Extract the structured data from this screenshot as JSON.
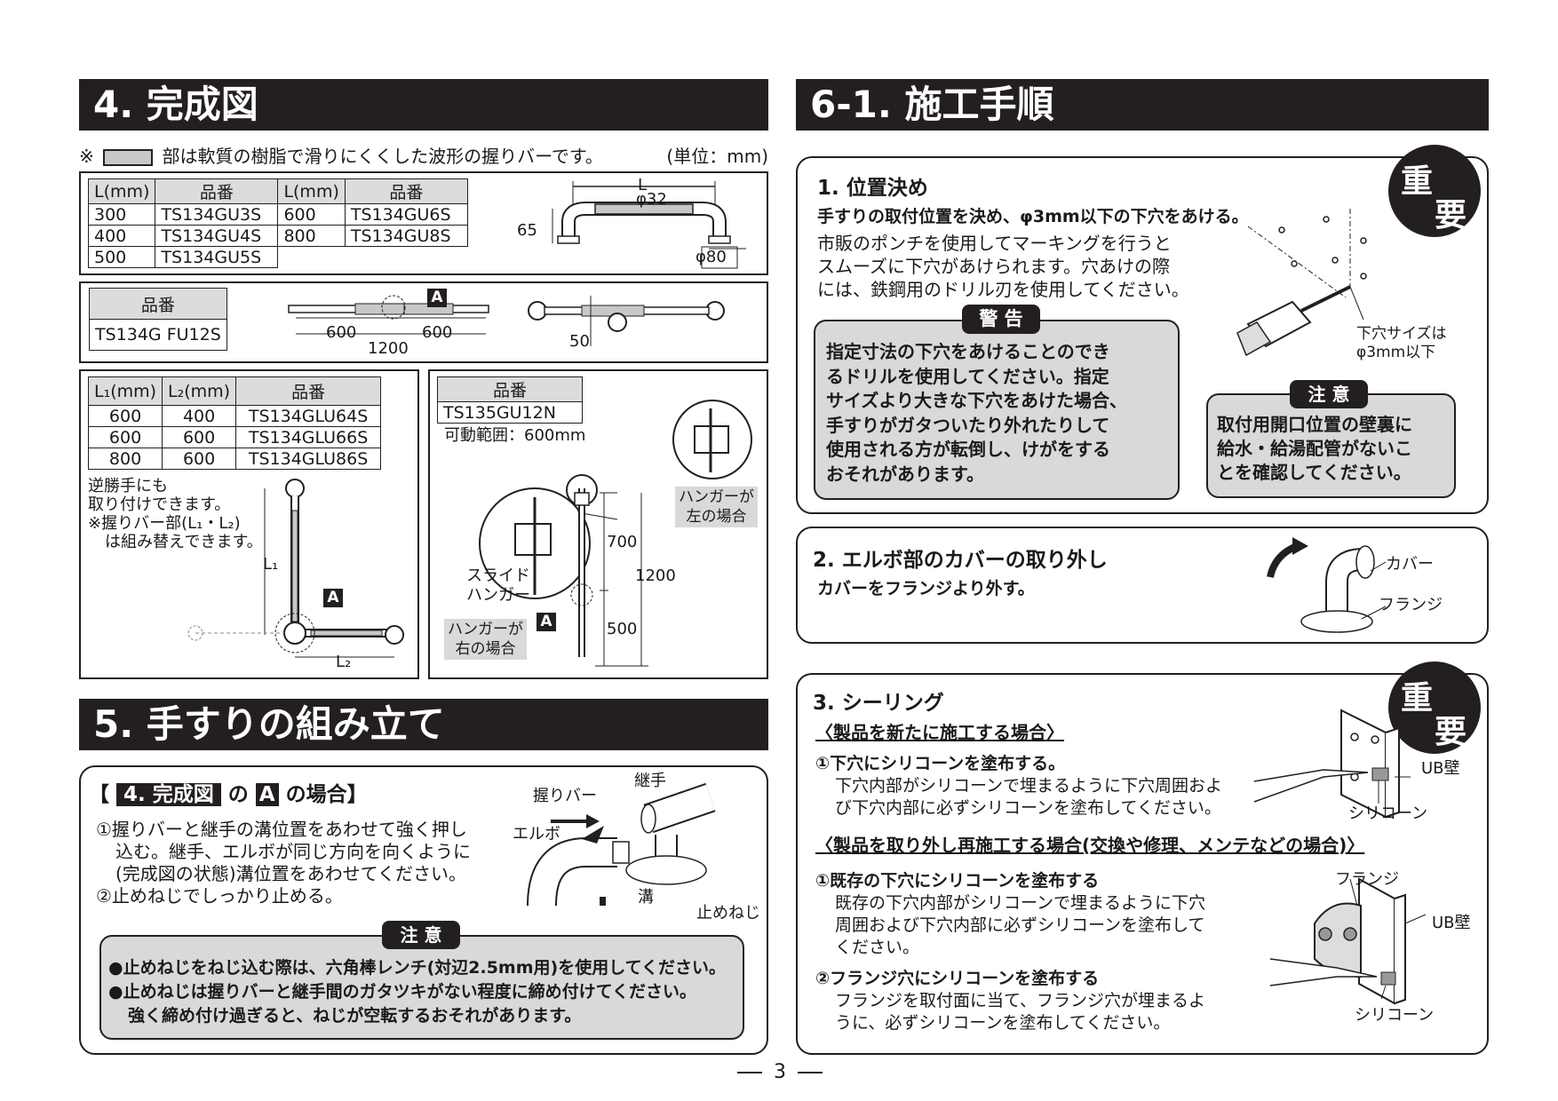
{
  "sec4": {
    "title": "4. 完成図",
    "note": "部は軟質の樹脂で滑りにくくした波形の握りバーです。",
    "note_mark": "※",
    "unit": "(単位：mm)",
    "table1": {
      "headers": [
        "L(mm)",
        "品番",
        "L(mm)",
        "品番"
      ],
      "rows": [
        [
          "300",
          "TS134GU3S",
          "600",
          "TS134GU6S"
        ],
        [
          "400",
          "TS134GU4S",
          "800",
          "TS134GU8S"
        ],
        [
          "500",
          "TS134GU5S",
          "",
          ""
        ]
      ]
    },
    "fig1": {
      "L": "L",
      "phi32": "φ32",
      "h65": "65",
      "phi80": "φ80"
    },
    "table2": {
      "header": "品番",
      "value": "TS134G FU12S"
    },
    "fig2": {
      "d600a": "600",
      "d600b": "600",
      "d1200": "1200",
      "d50": "50",
      "tagA": "A"
    },
    "table3": {
      "headers": [
        "L₁(mm)",
        "L₂(mm)",
        "品番"
      ],
      "rows": [
        [
          "600",
          "400",
          "TS134GLU64S"
        ],
        [
          "600",
          "600",
          "TS134GLU66S"
        ],
        [
          "800",
          "600",
          "TS134GLU86S"
        ]
      ]
    },
    "fig3_notes": [
      "逆勝手にも",
      "取り付けできます。",
      "※握りバー部(L₁・L₂)",
      "は組み替えできます。"
    ],
    "fig3": {
      "L1": "L₁",
      "L2": "L₂",
      "tagA": "A"
    },
    "table4": {
      "header": "品番",
      "value": "TS135GU12N",
      "range": "可動範囲：600mm"
    },
    "fig4": {
      "hanger_left": [
        "ハンガーが",
        "左の場合"
      ],
      "hanger_right": [
        "ハンガーが",
        "右の場合"
      ],
      "slide": [
        "スライド",
        "ハンガー"
      ],
      "d700": "700",
      "d1200": "1200",
      "d500": "500",
      "tagA": "A"
    }
  },
  "sec5": {
    "title": "5. 手すりの組み立て",
    "subhead_pre": "【",
    "subhead_ref": "4. 完成図",
    "subhead_mid": "の",
    "subhead_tag": "A",
    "subhead_post": "の場合】",
    "steps": [
      "①握りバーと継手の溝位置をあわせて強く押し",
      "込む。継手、エルボが同じ方向を向くように",
      "(完成図の状態)溝位置をあわせてください。",
      "②止めねじでしっかり止める。"
    ],
    "fig_labels": {
      "bar": "握りバー",
      "joint": "継手",
      "elbow": "エルボ",
      "groove": "溝",
      "screw": "止めねじ"
    },
    "caution_title": "注 意",
    "caution": [
      "●止めねじをねじ込む際は、六角棒レンチ(対辺2.5mm用)を使用してください。",
      "●止めねじは握りバーと継手間のガタツキがない程度に締め付けてください。",
      "強く締め付け過ぎると、ねじが空転するおそれがあります。"
    ]
  },
  "sec6": {
    "title": "6-1. 施工手順",
    "seal": [
      "重",
      "要"
    ],
    "step1": {
      "title": "1. 位置決め",
      "lead": "手すりの取付位置を決め、φ3mm以下の下穴をあける。",
      "body": [
        "市販のポンチを使用してマーキングを行うと",
        "スムーズに下穴があけられます。穴あけの際",
        "には、鉄鋼用のドリル刃を使用してください。"
      ],
      "warn_title": "警 告",
      "warn": [
        "指定寸法の下穴をあけることのでき",
        "るドリルを使用してください。指定",
        "サイズより大きな下穴をあけた場合、",
        "手すりがガタついたり外れたりして",
        "使用される方が転倒し、けがをする",
        "おそれがあります。"
      ],
      "hole_label": [
        "下穴サイズは",
        "φ3mm以下"
      ],
      "caution_title": "注 意",
      "caution": [
        "取付用開口位置の壁裏に",
        "給水・給湯配管がないこ",
        "とを確認してください。"
      ]
    },
    "step2": {
      "title": "2. エルボ部のカバーの取り外し",
      "body": "カバーをフランジより外す。",
      "labels": [
        "カバー",
        "フランジ"
      ]
    },
    "step3": {
      "title": "3. シーリング",
      "case1": "〈製品を新たに施工する場合〉",
      "c1_step": "①下穴にシリコーンを塗布する。",
      "c1_body": [
        "下穴内部がシリコーンで埋まるように下穴周囲およ",
        "び下穴内部に必ずシリコーンを塗布してください。"
      ],
      "c1_labels": [
        "UB壁",
        "シリコーン"
      ],
      "case2": "〈製品を取り外し再施工する場合(交換や修理、メンテなどの場合)〉",
      "c2_step1": "①既存の下穴にシリコーンを塗布する",
      "c2_body1": [
        "既存の下穴内部がシリコーンで埋まるように下穴",
        "周囲および下穴内部に必ずシリコーンを塗布して",
        "ください。"
      ],
      "c2_step2": "②フランジ穴にシリコーンを塗布する",
      "c2_body2": [
        "フランジを取付面に当て、フランジ穴が埋まるよ",
        "うに、必ずシリコーンを塗布してください。"
      ],
      "c2_labels": [
        "フランジ",
        "UB壁",
        "シリコーン"
      ]
    }
  },
  "page": {
    "number": "3"
  }
}
